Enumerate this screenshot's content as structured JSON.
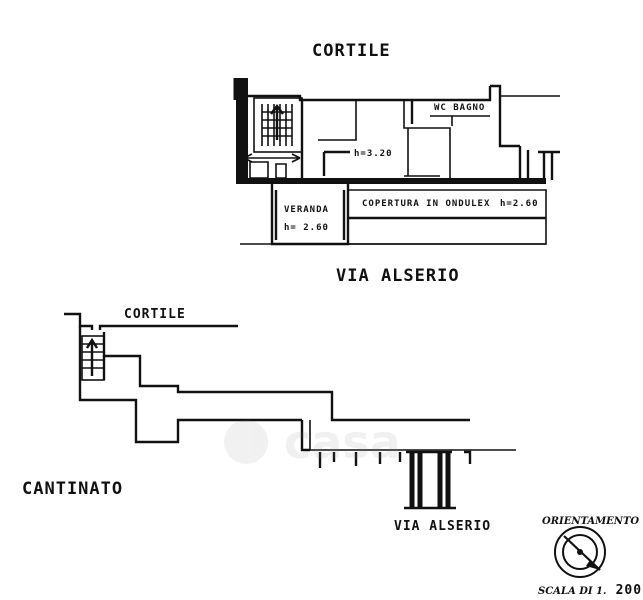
{
  "ground_floor": {
    "courtyard_label": "CORTILE",
    "street_label": "VIA ALSERIO",
    "veranda_label": "VERANDA",
    "veranda_height": "h= 2.60",
    "room_height": "h=3.20",
    "wc_label": "WC BAGNO",
    "roof_label": "COPERTURA IN ONDULEX",
    "roof_height": "h=2.60"
  },
  "basement": {
    "courtyard_label": "CORTILE",
    "title": "CANTINATO",
    "street_label": "VIA ALSERIO"
  },
  "orientation": {
    "label": "ORIENTAMENTO",
    "scale_prefix": "SCALA DI 1.",
    "scale_value": "200",
    "icon": "compass-icon"
  },
  "watermark": {
    "text": "casa"
  }
}
